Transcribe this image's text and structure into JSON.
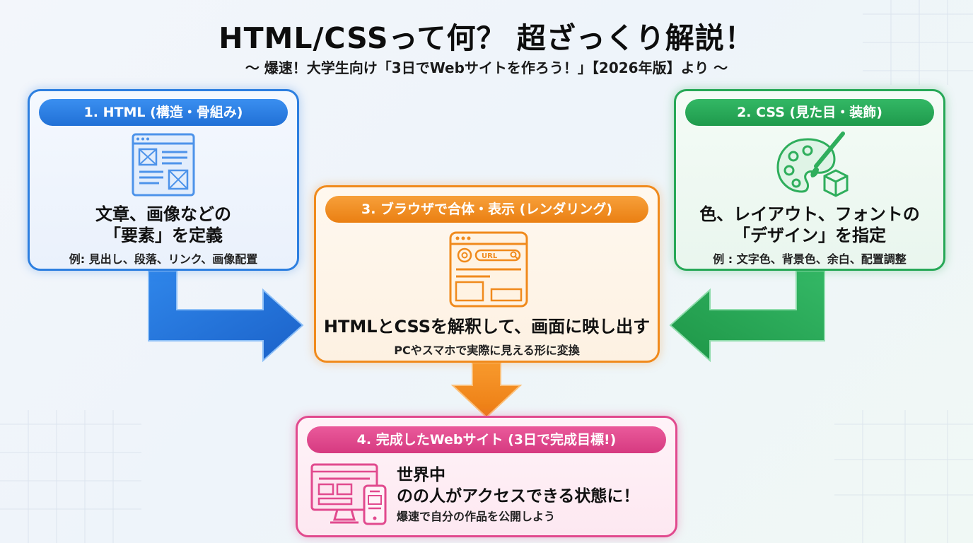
{
  "title": "HTML/CSSって何？ 超ざっくり解説！",
  "subtitle": "〜 爆速！大学生向け「3日でWebサイトを作ろう！」【2026年版】より 〜",
  "colors": {
    "html": "#2d7fe0",
    "css": "#27a857",
    "browser": "#f08a1c",
    "website": "#e14a8e"
  },
  "boxes": {
    "html": {
      "label": "1. HTML (構造・骨組み)",
      "icon": "wireframe-page-icon",
      "line1": "文章、画像などの",
      "line2": "「要素」を定義",
      "example": "例: 見出し、段落、リンク、画像配置"
    },
    "css": {
      "label": "2. CSS (見た目・装飾)",
      "icon": "palette-brush-icon",
      "line1": "色、レイアウト、フォントの",
      "line2": "「デザイン」を指定",
      "example": "例 : 文字色、背景色、余白、配置調整"
    },
    "browser": {
      "label": "3. ブラウザで合体・表示 (レンダリング)",
      "icon": "browser-window-icon",
      "url_text": "URL",
      "main": "HTMLとCSSを解釈して、画面に映し出す",
      "sub": "PCやスマホで実際に見える形に変換"
    },
    "website": {
      "label": "4. 完成したWebサイト (3日で完成目標!)",
      "icon": "desktop-mobile-icon",
      "line1": "世界中",
      "line2": "のの人がアクセスできる状態に！",
      "line3": "爆速で自分の作品を公開しよう"
    }
  }
}
